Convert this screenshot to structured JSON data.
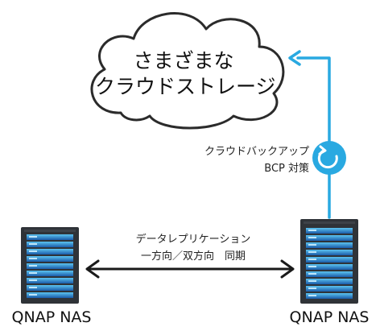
{
  "cloud": {
    "line1": "さまざまな",
    "line2": "クラウドストレージ"
  },
  "backup": {
    "line1": "クラウドバックアップ",
    "line2": "BCP 対策"
  },
  "replication": {
    "line1": "データレプリケーション",
    "line2": "一方向／双方向　同期"
  },
  "nas": {
    "left_label": "QNAP NAS",
    "right_label": "QNAP NAS"
  },
  "colors": {
    "accent": "#29a9e1",
    "nas_body": "#2f3338",
    "drive_light": "#4fb8ec",
    "drive_dark": "#1c5fae"
  },
  "icons": {
    "sync": "circular-sync-icon",
    "arrow": "double-arrow-icon"
  }
}
